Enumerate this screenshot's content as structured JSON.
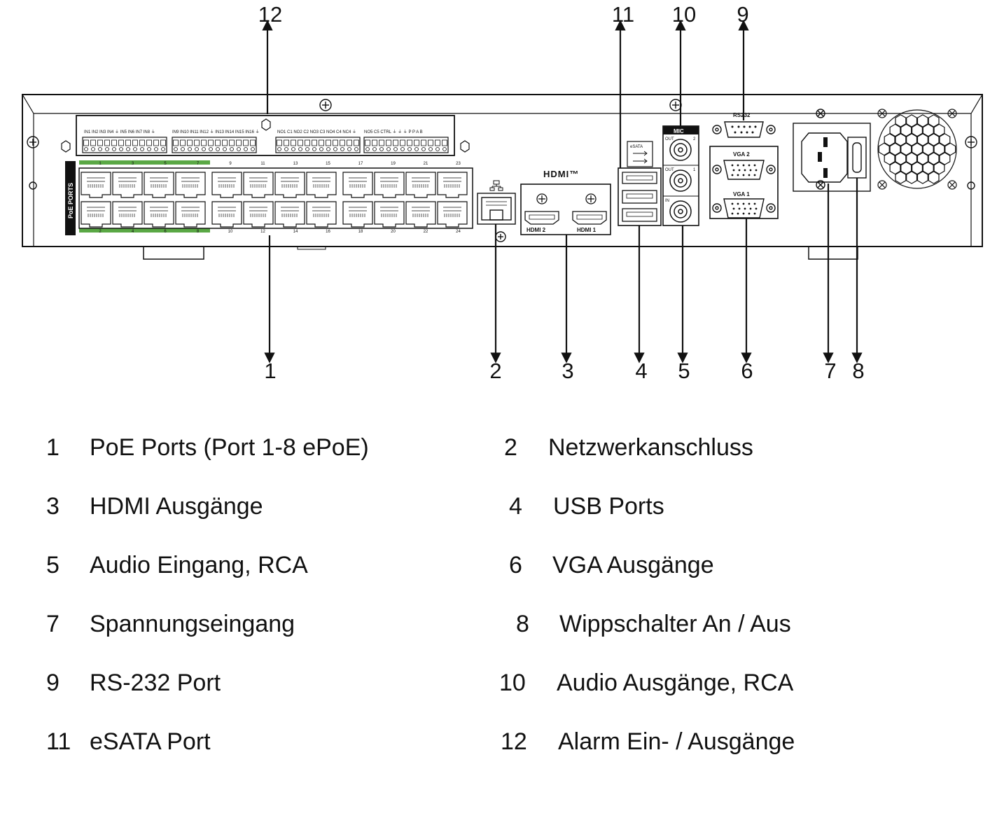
{
  "device": {
    "poe_side_label": "PoE PORTS",
    "alarm_header_groups": [
      "IN1 IN2 IN3 IN4 ⏚ IN5 IN6 IN7 IN8 ⏚",
      "IN9 IN10 IN11 IN12 ⏚ IN13 IN14 IN15 IN16 ⏚",
      "NO1 C1 NO2 C2 NO3 C3 NO4 C4 NC4 ⏚",
      "NO5 C5 CTRL ⏚ ⏚ ⏚ P P A B"
    ],
    "top_port_numbers": [
      "1",
      "3",
      "5",
      "7",
      "9",
      "11",
      "13",
      "15",
      "17",
      "19",
      "21",
      "23"
    ],
    "bottom_port_numbers": [
      "2",
      "4",
      "6",
      "8",
      "10",
      "12",
      "14",
      "16",
      "18",
      "20",
      "22",
      "24"
    ],
    "hdmi_logo": "HDMI™",
    "hdmi_labels": [
      "HDMI 2",
      "HDMI 1"
    ],
    "esata_label": "eSATA",
    "mic_label": "MIC",
    "audio_labels": [
      "OUT",
      "2",
      "OUT",
      "1",
      "IN"
    ],
    "rs232_label": "RS232",
    "vga_labels": [
      "VGA 2",
      "VGA 1"
    ],
    "colors": {
      "line": "#111111",
      "epoe_green": "#5aa845",
      "panel": "#ffffff"
    }
  },
  "callouts": {
    "top": [
      "12",
      "11",
      "10",
      "9"
    ],
    "bottom": [
      "1",
      "2",
      "3",
      "4",
      "5",
      "6",
      "7",
      "8"
    ]
  },
  "legend": [
    {
      "num": "1",
      "label": "PoE Ports (Port 1-8 ePoE)"
    },
    {
      "num": "2",
      "label": "Netzwerkanschluss"
    },
    {
      "num": "3",
      "label": "HDMI Ausgänge"
    },
    {
      "num": "4",
      "label": "USB Ports"
    },
    {
      "num": "5",
      "label": "Audio Eingang, RCA"
    },
    {
      "num": "6",
      "label": "VGA Ausgänge"
    },
    {
      "num": "7",
      "label": "Spannungseingang"
    },
    {
      "num": "8",
      "label": "Wippschalter An / Aus"
    },
    {
      "num": "9",
      "label": "RS-232 Port"
    },
    {
      "num": "10",
      "label": "Audio Ausgänge, RCA"
    },
    {
      "num": "11",
      "label": "eSATA Port"
    },
    {
      "num": "12",
      "label": "Alarm Ein- / Ausgänge"
    }
  ]
}
